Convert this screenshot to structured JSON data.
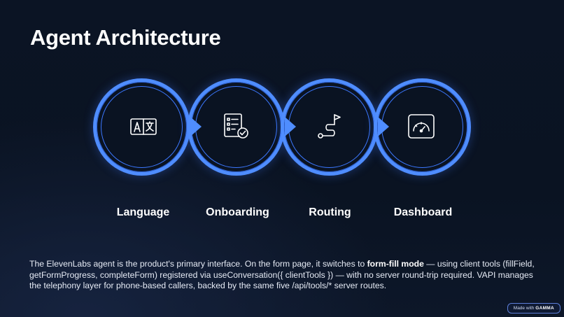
{
  "slide": {
    "title": "Agent Architecture"
  },
  "flow": {
    "steps": [
      {
        "label": "Language",
        "icon": "language-translate-icon"
      },
      {
        "label": "Onboarding",
        "icon": "checklist-icon"
      },
      {
        "label": "Routing",
        "icon": "route-flag-icon"
      },
      {
        "label": "Dashboard",
        "icon": "gauge-icon"
      }
    ],
    "accent_color": "#4f8dff"
  },
  "description": {
    "part1": "The ElevenLabs agent is the product's primary interface. On the form page, it switches to ",
    "bold": "form-fill mode",
    "part2": " — using client tools (",
    "code1": "fillField, getFormProgress, completeForm",
    "part3": ") registered via ",
    "code2": "useConversation({ clientTools })",
    "part4": " — with no server round-trip required. VAPI manages the telephony layer for phone-based callers, backed by the same five ",
    "code3": "/api/tools/*",
    "part5": " server routes."
  },
  "badge": {
    "prefix": "Made with",
    "brand": "GAMMA"
  }
}
